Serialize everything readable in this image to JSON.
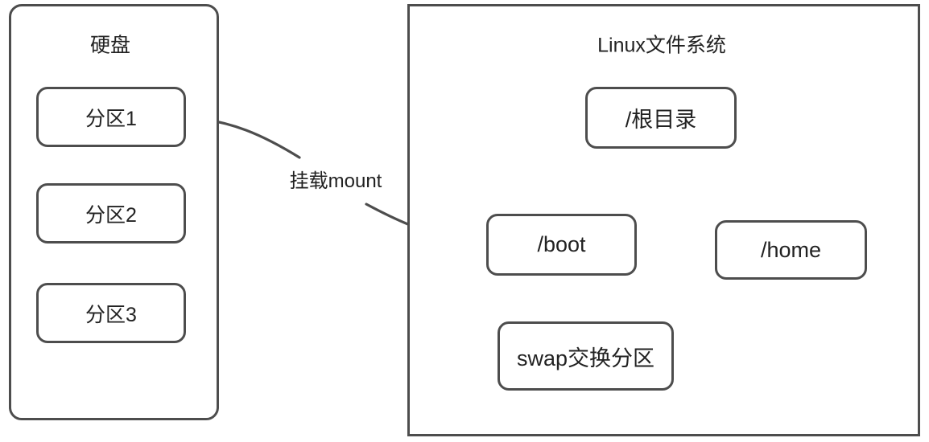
{
  "diagram": {
    "stroke_color": "#4d4d4d",
    "text_color": "#222222",
    "background": "#ffffff"
  },
  "disk_panel": {
    "title": "硬盘",
    "partitions": [
      {
        "label": "分区1"
      },
      {
        "label": "分区2"
      },
      {
        "label": "分区3"
      }
    ]
  },
  "filesystem_panel": {
    "title": "Linux文件系统",
    "nodes": [
      {
        "label": "/根目录"
      },
      {
        "label": "/boot"
      },
      {
        "label": "/home"
      },
      {
        "label": "swap交换分区"
      }
    ]
  },
  "edges": {
    "mount_label": "挂载mount"
  }
}
